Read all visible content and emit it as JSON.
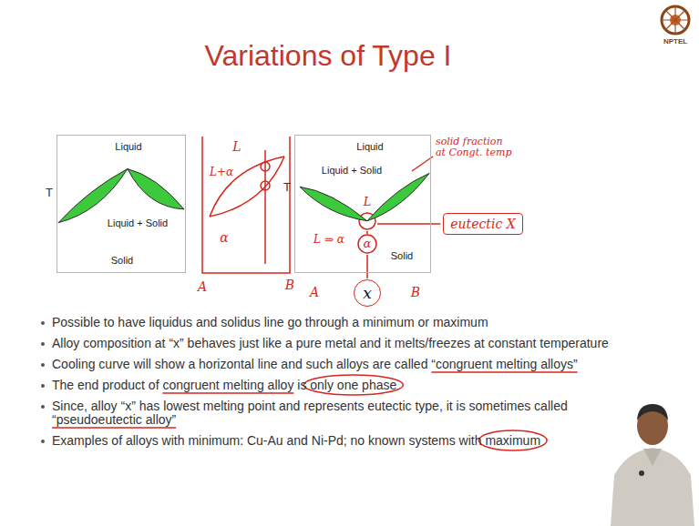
{
  "diagram": {
    "title": "Variations of Type I",
    "nodes": [
      {
        "text": [
          "Liquid",
          "Liquid + Solid",
          "Solid"
        ]
      },
      {
        "text": [
          "Liquid",
          "Liquid + Solid",
          "Solid"
        ]
      },
      {
        "text": [
          "eutectic X"
        ]
      },
      {
        "text": [
          "x"
        ]
      }
    ],
    "labels": [
      "NPTEL",
      "T",
      "L",
      "L+α",
      "α",
      "A",
      "B",
      "T",
      "L",
      "α",
      "L ⇒ α",
      "A",
      "B",
      "solid fraction at Congt. temp",
      "Possible to have liquidus and solidus line go through a minimum or maximum",
      "Alloy composition at “x” behaves just like a pure metal and it melts/freezes at constant temperature",
      "Cooling curve will show a horizontal line and such alloys are called “congruent melting alloys”",
      "The end product of congruent melting alloy is only one phase",
      "Since, alloy “x” has lowest melting point and represents eutectic type, it is sometimes called “pseudoeutectic alloy”",
      "Examples of alloys with minimum: Cu-Au and Ni-Pd; no known systems with maximum"
    ]
  }
}
